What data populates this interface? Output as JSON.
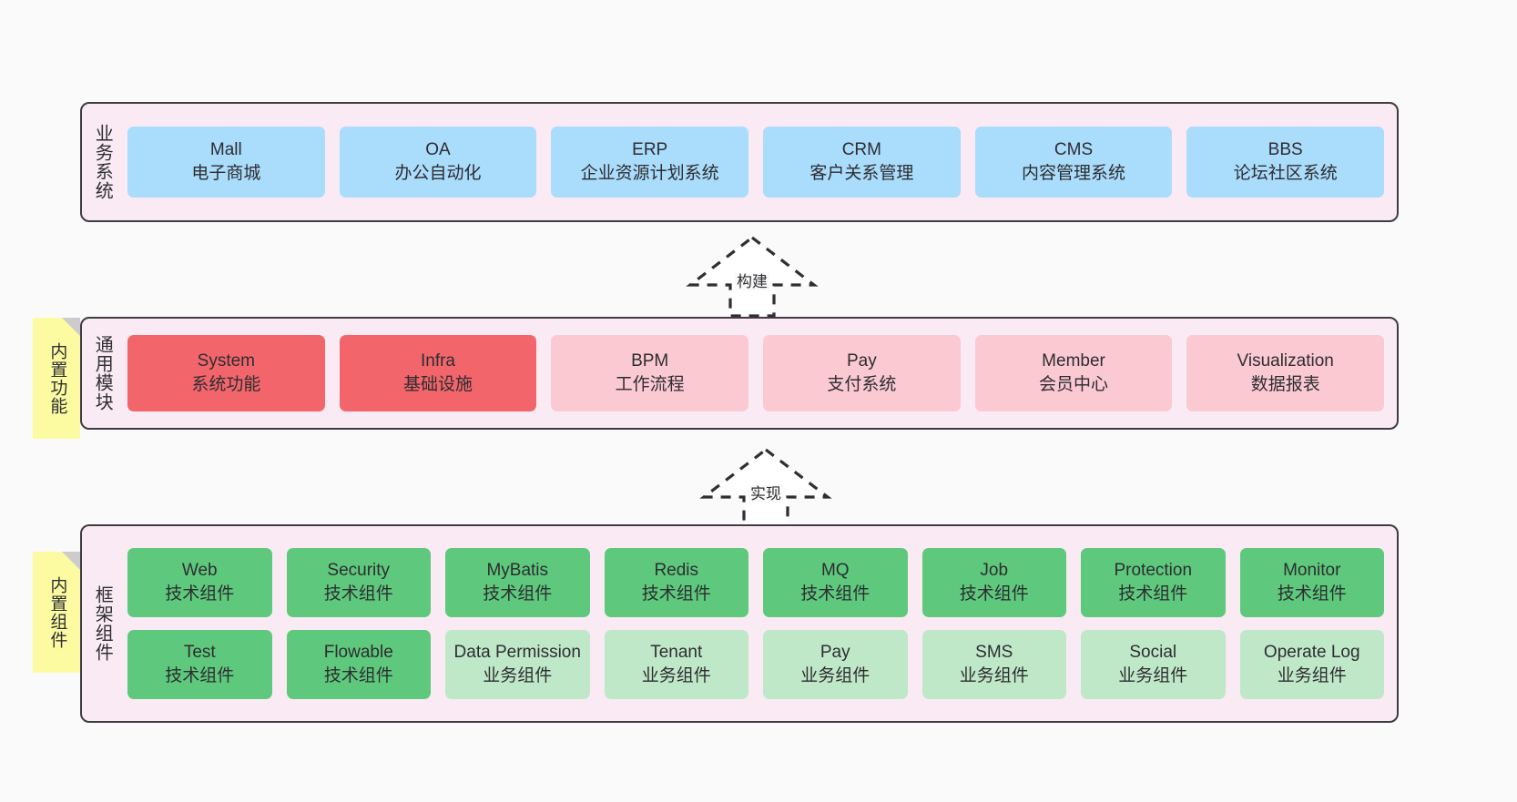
{
  "diagram": {
    "background": "#fafafa",
    "layer_fill": "#f9eaf4",
    "layer_border": "#3d3d42",
    "sticky_fill": "#fcfba1",
    "blue": "#aadcfb",
    "red_strong": "#f2666b",
    "red_soft": "#fbc9d1",
    "green_strong": "#5ec97c",
    "green_soft": "#bfe8c8"
  },
  "layers": [
    {
      "id": "business-systems",
      "title": "业务系统",
      "cards": [
        {
          "name": "Mall",
          "sub": "电子商城"
        },
        {
          "name": "OA",
          "sub": "办公自动化"
        },
        {
          "name": "ERP",
          "sub": "企业资源计划系统"
        },
        {
          "name": "CRM",
          "sub": "客户关系管理"
        },
        {
          "name": "CMS",
          "sub": "内容管理系统"
        },
        {
          "name": "BBS",
          "sub": "论坛社区系统"
        }
      ]
    },
    {
      "id": "common-modules",
      "title": "通用模块",
      "sticky": "内置功能",
      "cards": [
        {
          "name": "System",
          "sub": "系统功能"
        },
        {
          "name": "Infra",
          "sub": "基础设施"
        },
        {
          "name": "BPM",
          "sub": "工作流程"
        },
        {
          "name": "Pay",
          "sub": "支付系统"
        },
        {
          "name": "Member",
          "sub": "会员中心"
        },
        {
          "name": "Visualization",
          "sub": "数据报表"
        }
      ]
    },
    {
      "id": "framework-components",
      "title": "框架组件",
      "sticky": "内置组件",
      "row1": [
        {
          "name": "Web",
          "sub": "技术组件"
        },
        {
          "name": "Security",
          "sub": "技术组件"
        },
        {
          "name": "MyBatis",
          "sub": "技术组件"
        },
        {
          "name": "Redis",
          "sub": "技术组件"
        },
        {
          "name": "MQ",
          "sub": "技术组件"
        },
        {
          "name": "Job",
          "sub": "技术组件"
        },
        {
          "name": "Protection",
          "sub": "技术组件"
        },
        {
          "name": "Monitor",
          "sub": "技术组件"
        }
      ],
      "row2": [
        {
          "name": "Test",
          "sub": "技术组件"
        },
        {
          "name": "Flowable",
          "sub": "技术组件"
        },
        {
          "name": "Data Permission",
          "sub": "业务组件"
        },
        {
          "name": "Tenant",
          "sub": "业务组件"
        },
        {
          "name": "Pay",
          "sub": "业务组件"
        },
        {
          "name": "SMS",
          "sub": "业务组件"
        },
        {
          "name": "Social",
          "sub": "业务组件"
        },
        {
          "name": "Operate Log",
          "sub": "业务组件"
        }
      ]
    }
  ],
  "arrows": [
    {
      "id": "arrow-build",
      "label": "构建"
    },
    {
      "id": "arrow-implement",
      "label": "实现"
    }
  ]
}
